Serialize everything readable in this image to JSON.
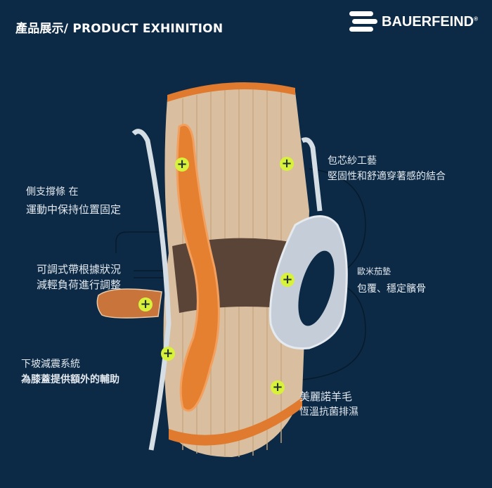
{
  "header": {
    "title": "產品展示/ PRODUCT EXHINITION",
    "brand": "BAUERFEIND",
    "brand_mark": "®"
  },
  "features": [
    {
      "line1": "側支撐條 在",
      "line2": "運動中保持位置固定"
    },
    {
      "line1": "可調式帶根據狀況",
      "line2": "減輕負荷進行調整"
    },
    {
      "line1": "下坡減震系統",
      "line2": "為膝蓋提供額外的輔助"
    },
    {
      "line1": "包芯紗工藝",
      "line2": "堅固性和舒適穿著感的結合"
    },
    {
      "line1": "歐米茄墊",
      "line2": "包覆、穩定髕骨"
    },
    {
      "line1": "美麗諾羊毛",
      "line2": "恆溫抗菌排濕"
    }
  ],
  "hotspot_symbol": "+",
  "colors": {
    "background": "#0c2a45",
    "hotspot": "#d8f13a",
    "orange": "#e07a2e",
    "fabric": "#d9bf9f"
  }
}
